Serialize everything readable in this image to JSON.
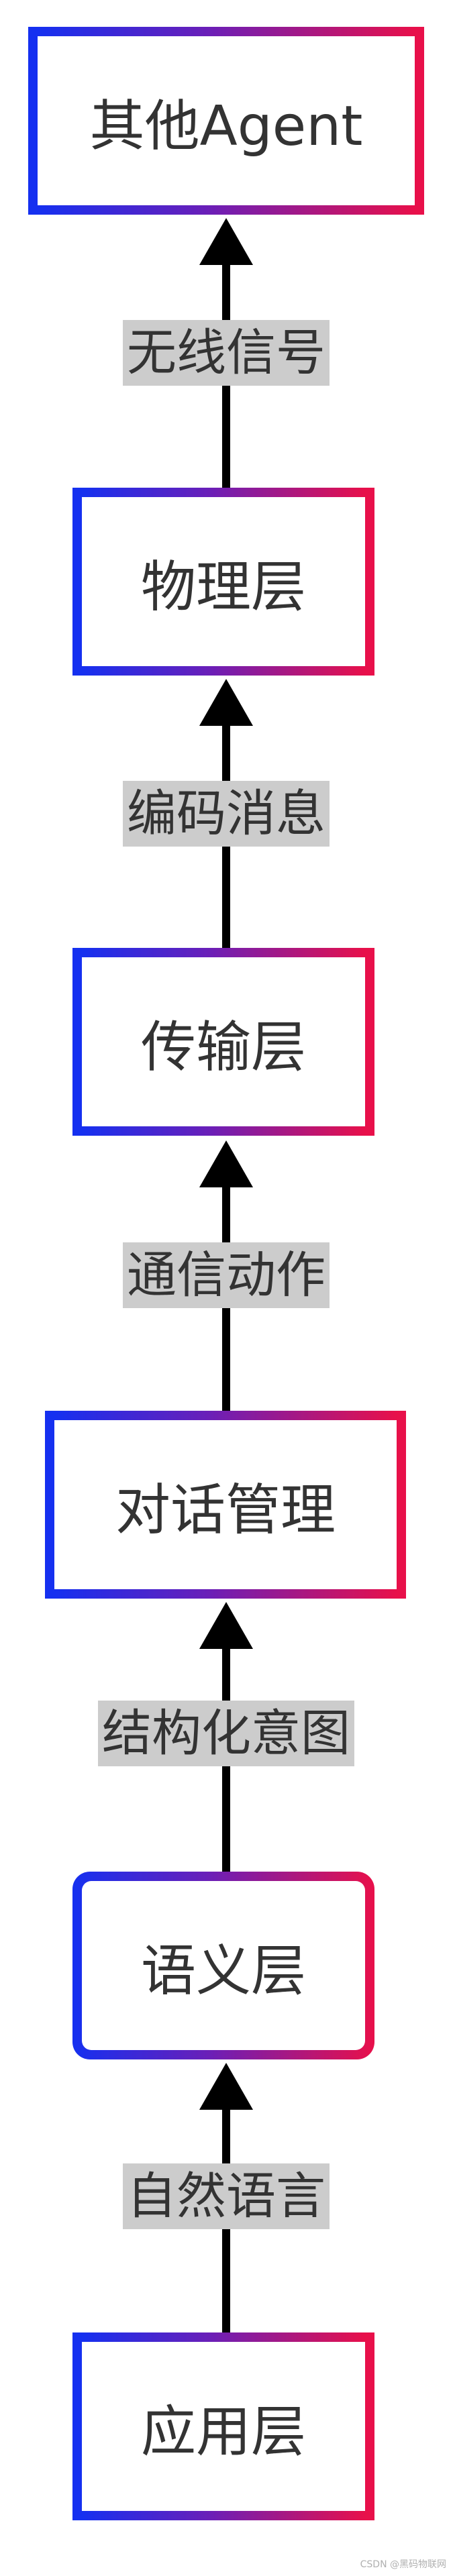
{
  "diagram": {
    "nodes": [
      {
        "id": "app",
        "label": "应用层"
      },
      {
        "id": "semantic",
        "label": "语义层"
      },
      {
        "id": "dialog",
        "label": "对话管理"
      },
      {
        "id": "transport",
        "label": "传输层"
      },
      {
        "id": "physical",
        "label": "物理层"
      },
      {
        "id": "other",
        "label": "其他Agent"
      }
    ],
    "edges": [
      {
        "from": "app",
        "to": "semantic",
        "label": "自然语言"
      },
      {
        "from": "semantic",
        "to": "dialog",
        "label": "结构化意图"
      },
      {
        "from": "dialog",
        "to": "transport",
        "label": "通信动作"
      },
      {
        "from": "transport",
        "to": "physical",
        "label": "编码消息"
      },
      {
        "from": "physical",
        "to": "other",
        "label": "无线信号"
      }
    ]
  },
  "watermark": "CSDN @黑码物联网"
}
